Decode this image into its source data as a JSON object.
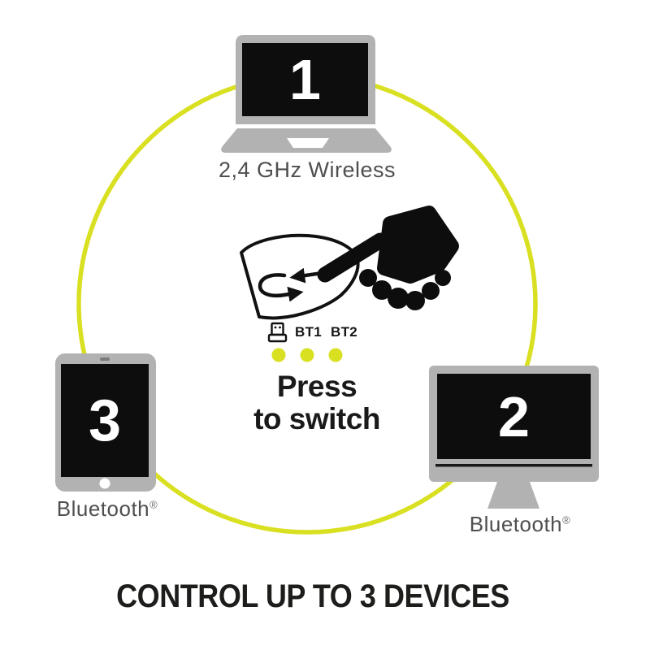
{
  "title": "CONTROL UP TO 3 DEVICES",
  "devices": [
    {
      "number": "1",
      "kind": "laptop",
      "connection": "2,4 GHz Wireless",
      "trademark": ""
    },
    {
      "number": "2",
      "kind": "monitor",
      "connection": "Bluetooth",
      "trademark": "®"
    },
    {
      "number": "3",
      "kind": "tablet",
      "connection": "Bluetooth",
      "trademark": "®"
    }
  ],
  "center": {
    "instruction": {
      "line1": "Press",
      "line2": "to switch"
    },
    "channels": [
      {
        "icon": "usb-dongle-icon",
        "label": ""
      },
      {
        "label": "BT1"
      },
      {
        "label": "BT2"
      }
    ],
    "indicator_dots": 3
  },
  "colors": {
    "accent_yellow": "#d9e021",
    "device_gray": "#b2b2b2",
    "screen_black": "#0d0d0d",
    "text_dark": "#1d1d1b",
    "label_gray": "#4f4f51"
  }
}
